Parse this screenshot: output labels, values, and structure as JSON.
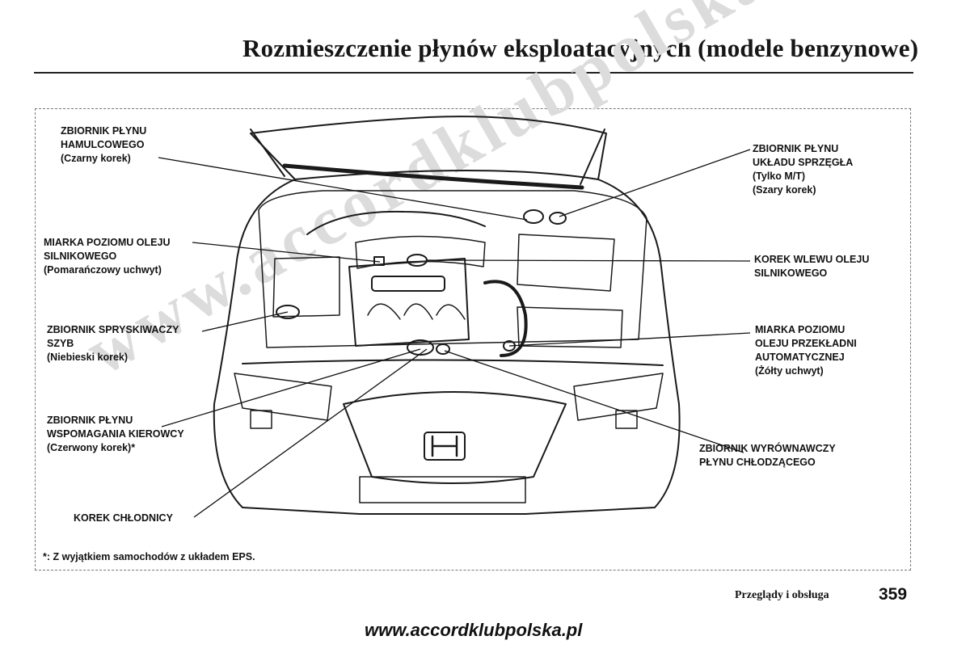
{
  "title": "Rozmieszczenie płynów eksploatacyjnych (modele benzynowe)",
  "watermark": "www.accordklubpolska.pl",
  "labels": {
    "brake": [
      "ZBIORNIK PŁYNU",
      "HAMULCOWEGO",
      "(Czarny korek)"
    ],
    "clutch": [
      "ZBIORNIK PŁYNU",
      "UKŁADU SPRZĘGŁA",
      "(Tylko M/T)",
      "(Szary korek)"
    ],
    "oil_dipstick": [
      "MIARKA POZIOMU OLEJU",
      "SILNIKOWEGO",
      "(Pomarańczowy uchwyt)"
    ],
    "oil_cap": [
      "KOREK WLEWU OLEJU",
      "SILNIKOWEGO"
    ],
    "washer": [
      "ZBIORNIK SPRYSKIWACZY",
      "SZYB",
      "(Niebieski korek)"
    ],
    "atf": [
      "MIARKA POZIOMU",
      "OLEJU PRZEKŁADNI",
      "AUTOMATYCZNEJ",
      "(Żółty uchwyt)"
    ],
    "power_steering": [
      "ZBIORNIK PŁYNU",
      "WSPOMAGANIA KIEROWCY",
      "(Czerwony korek)*"
    ],
    "coolant_reservoir": [
      "ZBIORNIK WYRÓWNAWCZY",
      "PŁYNU CHŁODZĄCEGO"
    ],
    "radiator_cap": [
      "KOREK CHŁODNICY"
    ]
  },
  "footnote": "*:  Z wyjątkiem samochodów z układem EPS.",
  "footer": {
    "section": "Przeglądy i obsługa",
    "page_number": "359",
    "url": "www.accordklubpolska.pl"
  }
}
